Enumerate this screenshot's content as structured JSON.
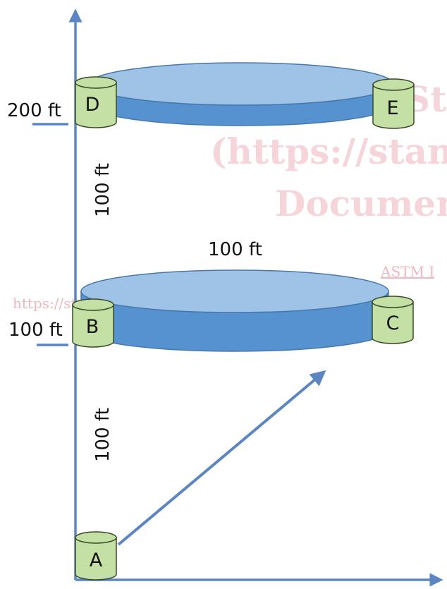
{
  "labels": {
    "elev_200": "200 ft",
    "elev_100": "100 ft",
    "vert_upper": "100 ft",
    "vert_lower": "100 ft",
    "horizontal": "100 ft"
  },
  "nodes": {
    "a": "A",
    "b": "B",
    "c": "C",
    "d": "D",
    "e": "E"
  },
  "watermark": {
    "line1": "iTeh St",
    "line2": "(https://stan",
    "line3": "Documen",
    "std": "ASTM I",
    "url": "https://standards.iteh.ai/catalog/standards/sist/7e7c"
  },
  "colors": {
    "axis": "#5b86c2",
    "disk_top": "#9fc3e6",
    "disk_side": "#5592cf",
    "cylinder": "#c5e0a5",
    "cylinder_stroke": "#384a2a"
  }
}
